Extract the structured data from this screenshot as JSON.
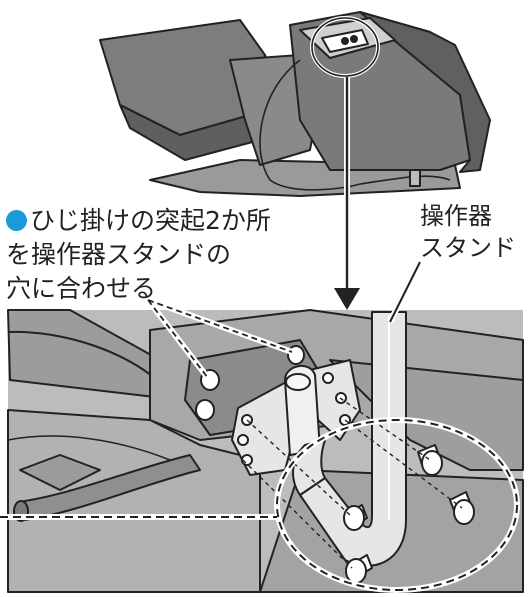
{
  "callouts": {
    "left": {
      "bullet_color": "#1a9ad8",
      "lines": [
        "ひじ掛けの突起2か所",
        "を操作器スタンドの",
        "穴に合わせる"
      ]
    },
    "right": {
      "lines": [
        "操作器",
        "スタンド"
      ]
    }
  },
  "colors": {
    "outline": "#222222",
    "chair_body": "#7d7d7d",
    "chair_dark": "#5f5f5f",
    "floor": "#c4c4c4",
    "stand_metal": "#e6e6e6",
    "dashed": "#333333"
  }
}
